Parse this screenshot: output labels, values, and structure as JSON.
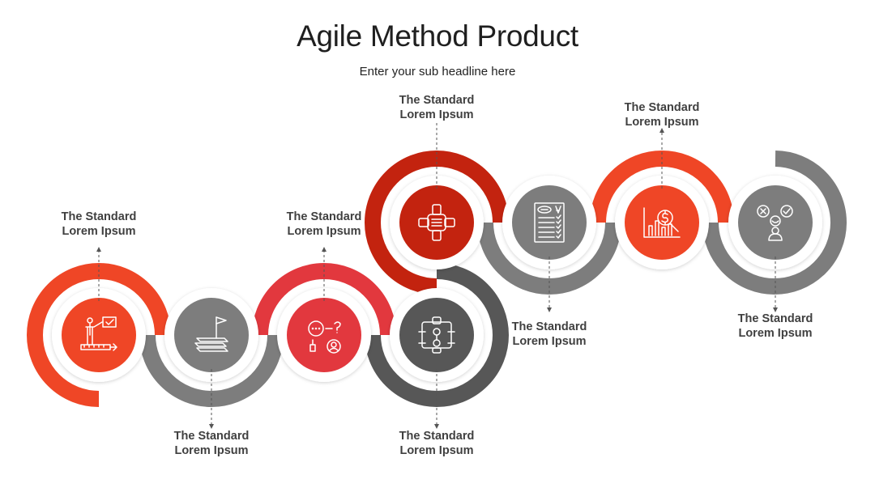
{
  "title": "Agile Method Product",
  "subtitle": "Enter your sub headline here",
  "colors": {
    "red_bright": "#ef4626",
    "red_medium": "#e2383e",
    "red_dark": "#c3230f",
    "gray": "#7d7d7d",
    "gray_dark": "#575757",
    "connector": "#555555"
  },
  "steps": [
    {
      "id": 1,
      "label_line1": "The Standard",
      "label_line2": "Lorem Ipsum",
      "icon": "presentation-icon"
    },
    {
      "id": 2,
      "label_line1": "The Standard",
      "label_line2": "Lorem Ipsum",
      "icon": "books-flag-icon"
    },
    {
      "id": 3,
      "label_line1": "The Standard",
      "label_line2": "Lorem Ipsum",
      "icon": "question-people-icon"
    },
    {
      "id": 4,
      "label_line1": "The Standard",
      "label_line2": "Lorem Ipsum",
      "icon": "flowchart-icon"
    },
    {
      "id": 5,
      "label_line1": "The Standard",
      "label_line2": "Lorem Ipsum",
      "icon": "teamwork-hands-icon"
    },
    {
      "id": 6,
      "label_line1": "The Standard",
      "label_line2": "Lorem Ipsum",
      "icon": "checklist-icon"
    },
    {
      "id": 7,
      "label_line1": "The Standard",
      "label_line2": "Lorem Ipsum",
      "icon": "chart-magnifier-icon"
    },
    {
      "id": 8,
      "label_line1": "The Standard",
      "label_line2": "Lorem Ipsum",
      "icon": "options-person-icon"
    }
  ]
}
